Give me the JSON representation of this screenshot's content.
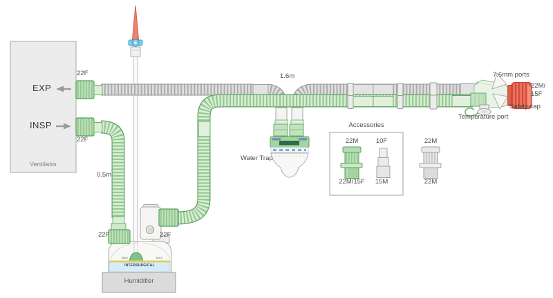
{
  "ventilator": {
    "title": "Ventilator",
    "exp_label": "EXP",
    "insp_label": "INSP",
    "exp_port": "22F",
    "insp_port": "22F"
  },
  "circuit": {
    "insp_tube_length": "0.5m",
    "exp_tube_length": "1.6m",
    "water_trap_label": "Water Trap",
    "ports_label": "7.6mm ports",
    "patient_connector_size_line1": "22M/",
    "patient_connector_size_line2": "15F",
    "safety_cap_label": "Safety cap",
    "temperature_port_label": "Temperature port"
  },
  "humidifier": {
    "label": "Humidifier",
    "left_port": "22F",
    "right_port": "22F",
    "brand": "INTERSURGICAL",
    "max_left": "MAX",
    "max_right": "MAX"
  },
  "accessories": {
    "title": "Accessories",
    "items": [
      {
        "top_label": "22M",
        "bottom_label": "22M/15F"
      },
      {
        "top_label": "10F",
        "bottom_label": "15M"
      },
      {
        "top_label": "22M",
        "bottom_label": "22M"
      }
    ]
  },
  "colors": {
    "tube_green": "#8fc791",
    "tube_gray": "#bdbdbd",
    "safety_cap_red": "#ee6c57",
    "stopcock_blue": "#86cfe9",
    "spike_orange": "#f1816c"
  }
}
